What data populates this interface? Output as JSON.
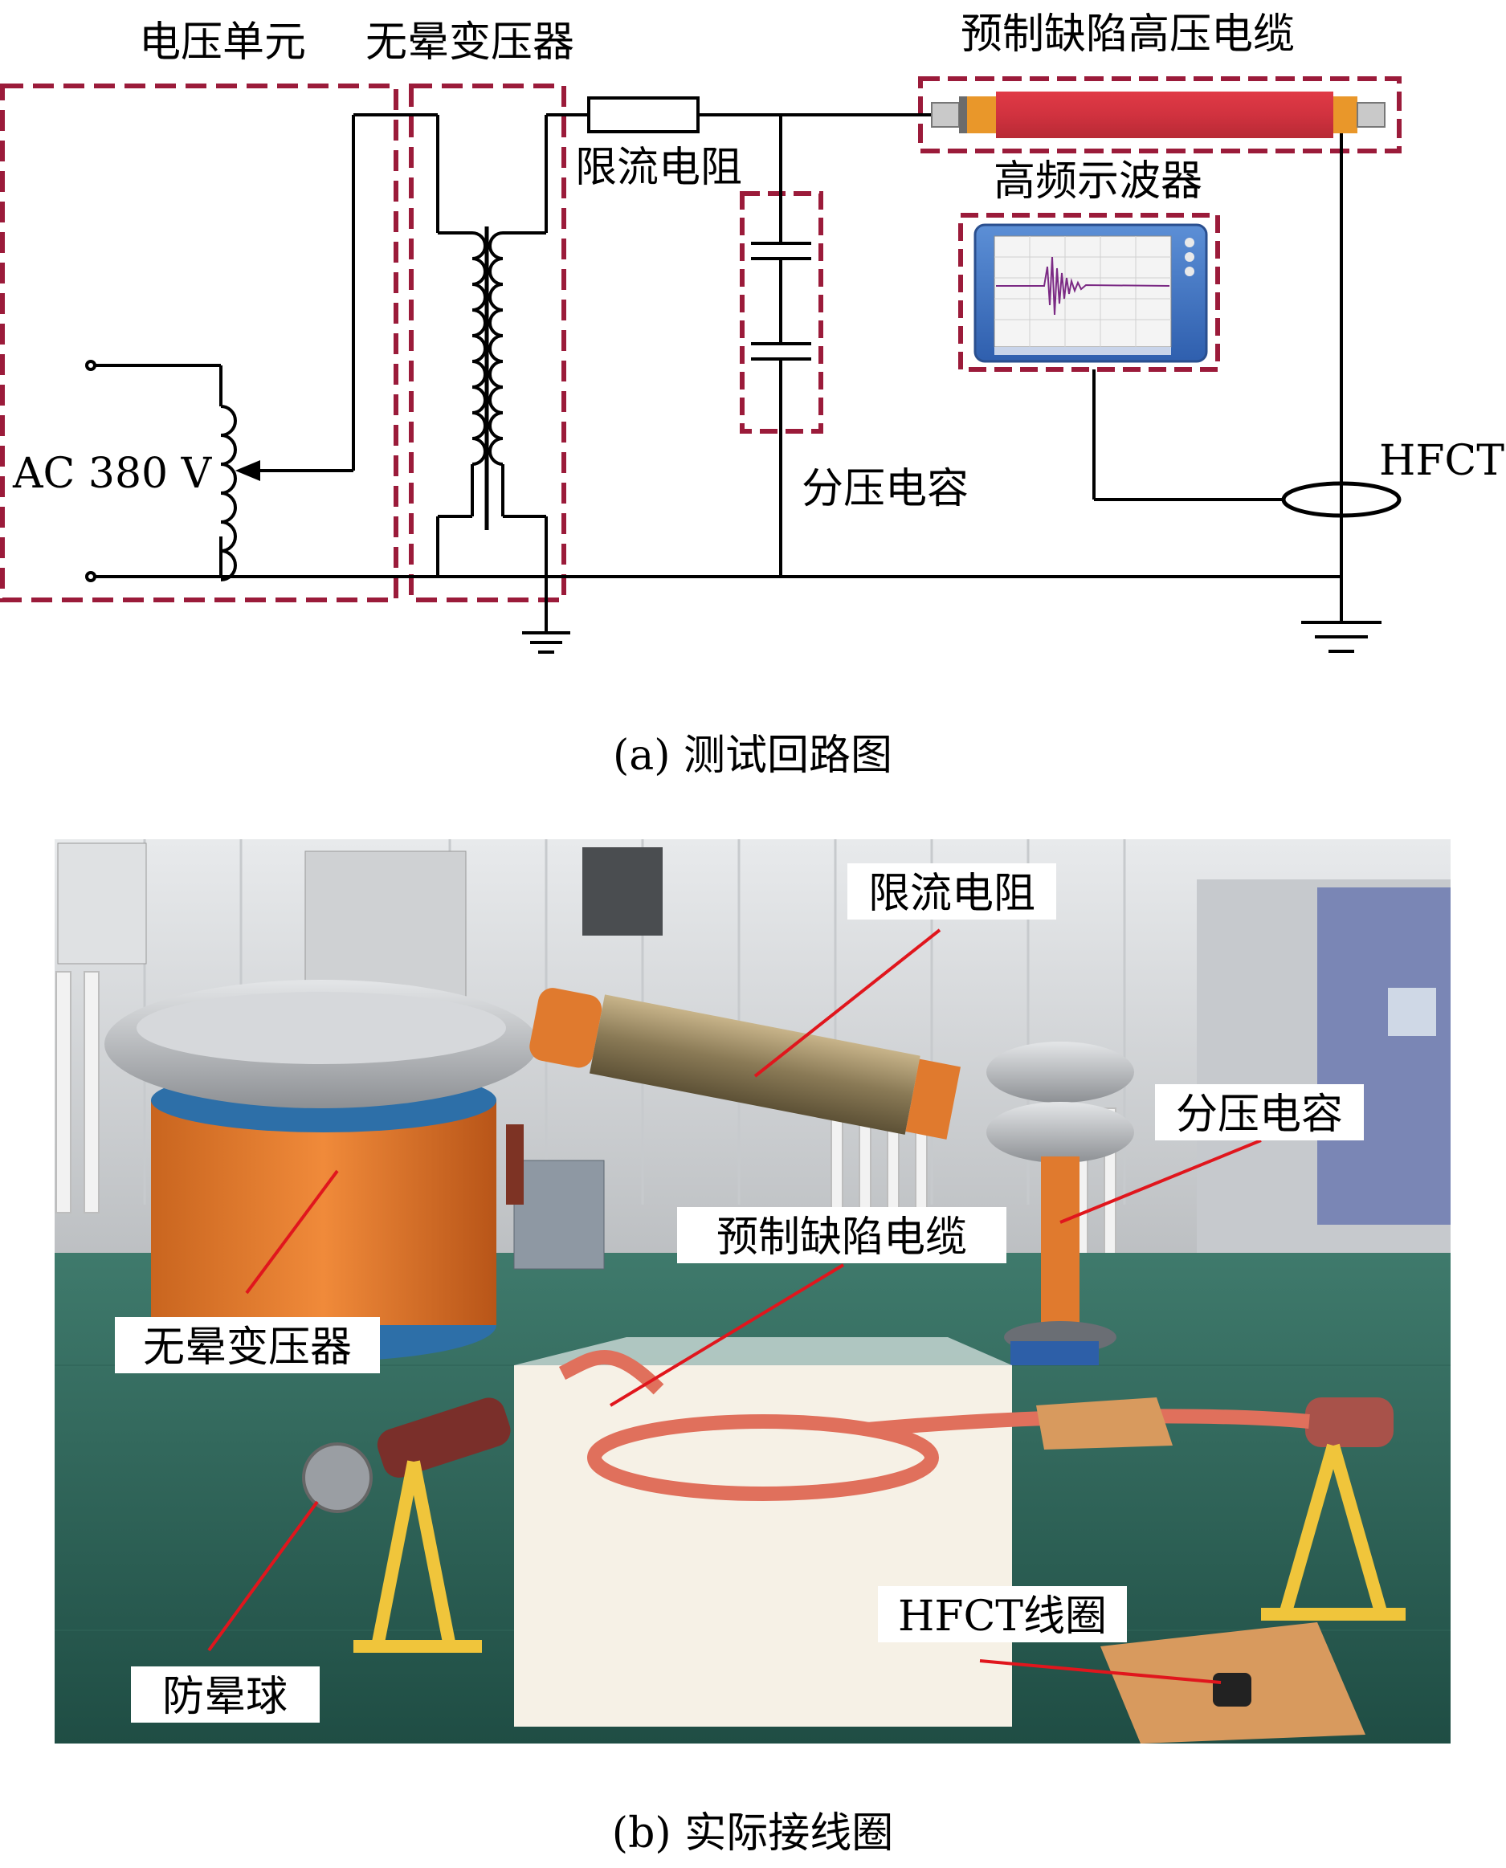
{
  "circuit": {
    "labels": {
      "voltage_unit": "电压单元",
      "transformer": "无晕变压器",
      "defect_cable": "预制缺陷高压电缆",
      "resistor": "限流电阻",
      "oscilloscope": "高频示波器",
      "capacitor": "分压电容",
      "source": "AC 380 V",
      "hfct": "HFCT"
    },
    "caption": "(a) 测试回路图"
  },
  "photo": {
    "labels": {
      "resistor": "限流电阻",
      "capacitor": "分压电容",
      "defect_cable": "预制缺陷电缆",
      "transformer": "无晕变压器",
      "corona_ball": "防晕球",
      "hfct_coil": "HFCT线圈"
    },
    "caption": "(b) 实际接线圈"
  },
  "colors": {
    "dashed_box": "#9b1b3a",
    "cable_red": "#d1323f",
    "cable_orange": "#e9972a",
    "leader_line": "#e0161d"
  }
}
